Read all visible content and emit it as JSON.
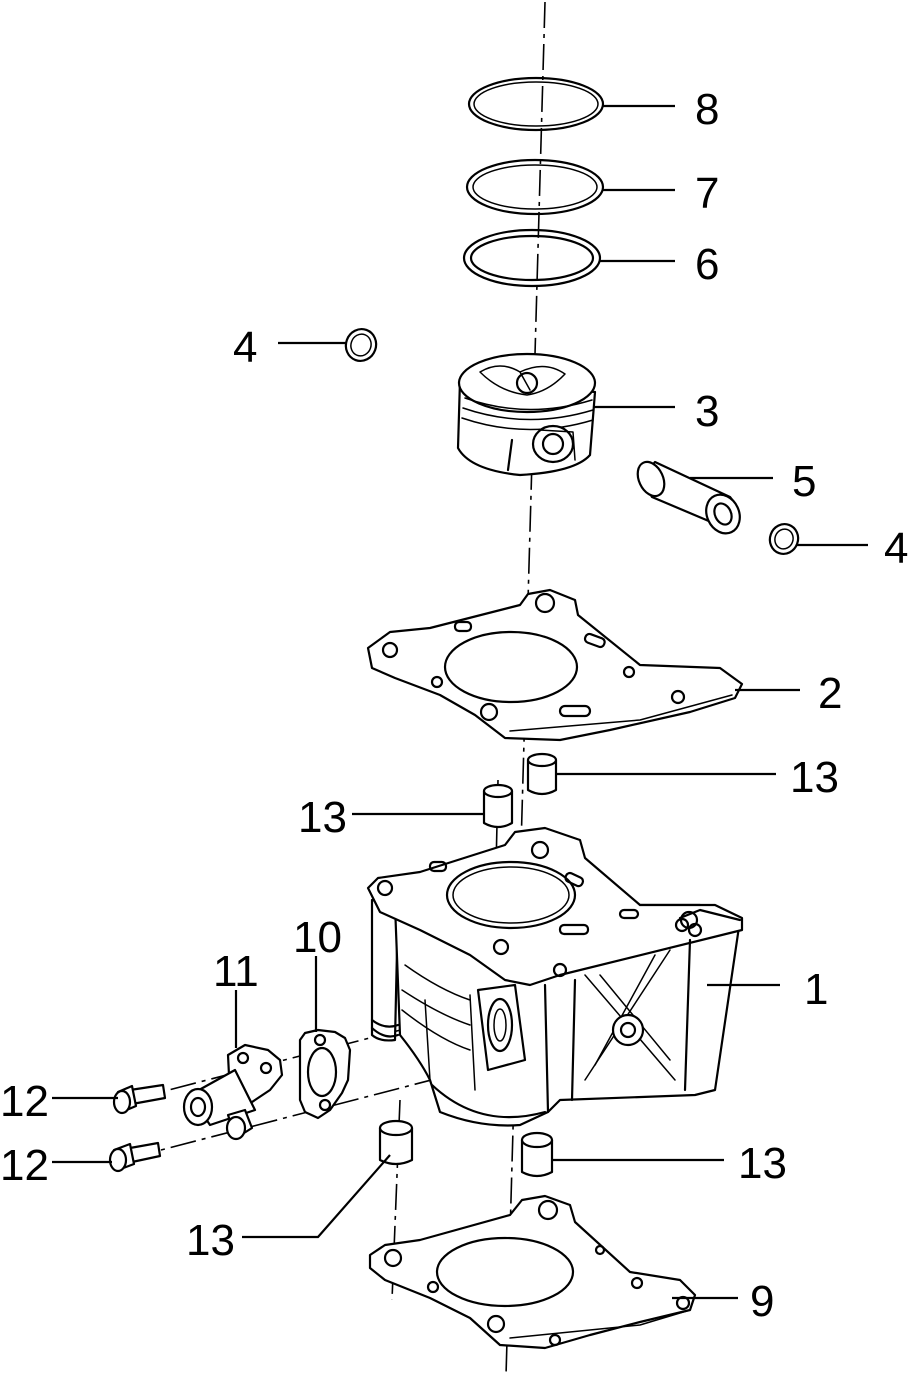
{
  "callouts": {
    "c8": "8",
    "c7": "7",
    "c6": "6",
    "c4a": "4",
    "c3": "3",
    "c5": "5",
    "c4b": "4",
    "c2": "2",
    "c13a": "13",
    "c13b": "13",
    "c10": "10",
    "c11": "11",
    "c1": "1",
    "c12a": "12",
    "c12b": "12",
    "c13c": "13",
    "c13d": "13",
    "c9": "9"
  }
}
